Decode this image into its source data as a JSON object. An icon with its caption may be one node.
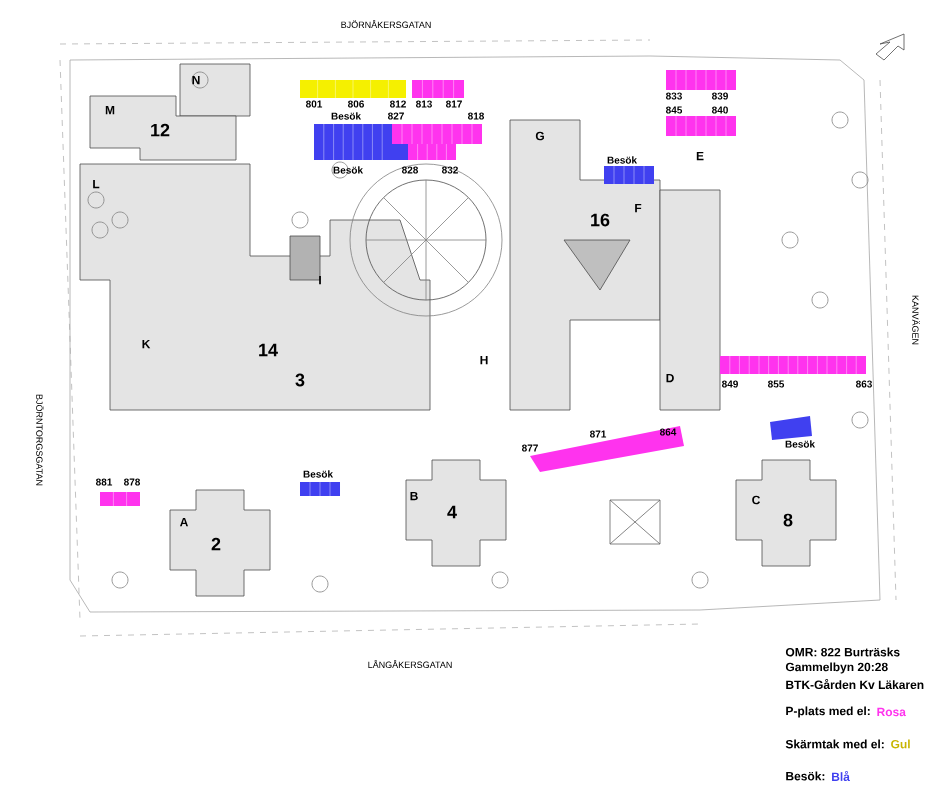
{
  "diagram": {
    "labels": [
      "BJÖRNÅKERSGATAN",
      "BJÖRNTORGSGATAN",
      "KANVÄGEN",
      "LÅNGÅKERSGATAN",
      "N",
      "M",
      "12",
      "L",
      "I",
      "K",
      "14",
      "3",
      "G",
      "E",
      "16",
      "F",
      "H",
      "D",
      "A",
      "2",
      "B",
      "4",
      "C",
      "8",
      "801",
      "806",
      "812",
      "813",
      "817",
      "Besök",
      "827",
      "818",
      "Besök",
      "828",
      "832",
      "833",
      "839",
      "845",
      "840",
      "Besök",
      "849",
      "855",
      "863",
      "877",
      "871",
      "864",
      "Besök",
      "881",
      "878",
      "Besök",
      "OMR: 822 Burträsks",
      "Gammelbyn 20:28",
      "BTK-Gården Kv Läkaren",
      "P-plats med el:",
      "Rosa",
      "Skärmtak med el:",
      "Gul",
      "Besök:",
      "Blå"
    ]
  }
}
